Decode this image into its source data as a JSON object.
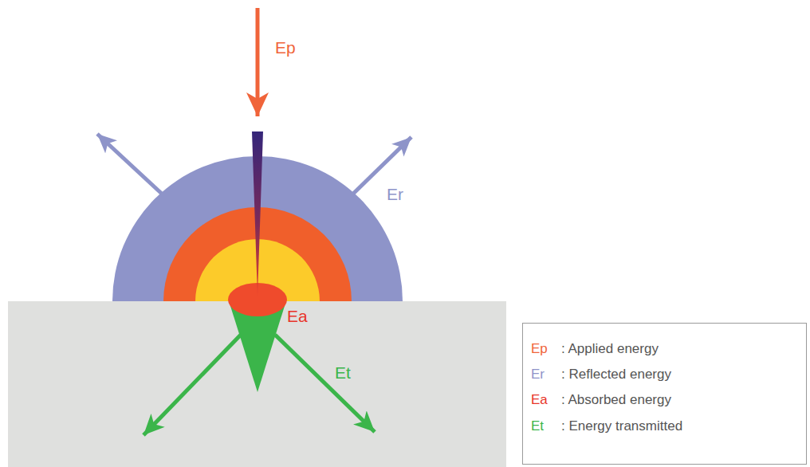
{
  "diagram": {
    "labels": [
      "Ep",
      "Er",
      "Ea",
      "Et",
      "Ep",
      "Er",
      "Ea",
      "Et"
    ],
    "legend": [
      {
        "text": ": Applied energy",
        "color": "#f0643a"
      },
      {
        "text": ": Reflected energy",
        "color": "#8e94c9"
      },
      {
        "text": ": Absorbed energy",
        "color": "#e8352a"
      },
      {
        "text": ": Energy transmitted",
        "color": "#3bb54a"
      }
    ]
  }
}
